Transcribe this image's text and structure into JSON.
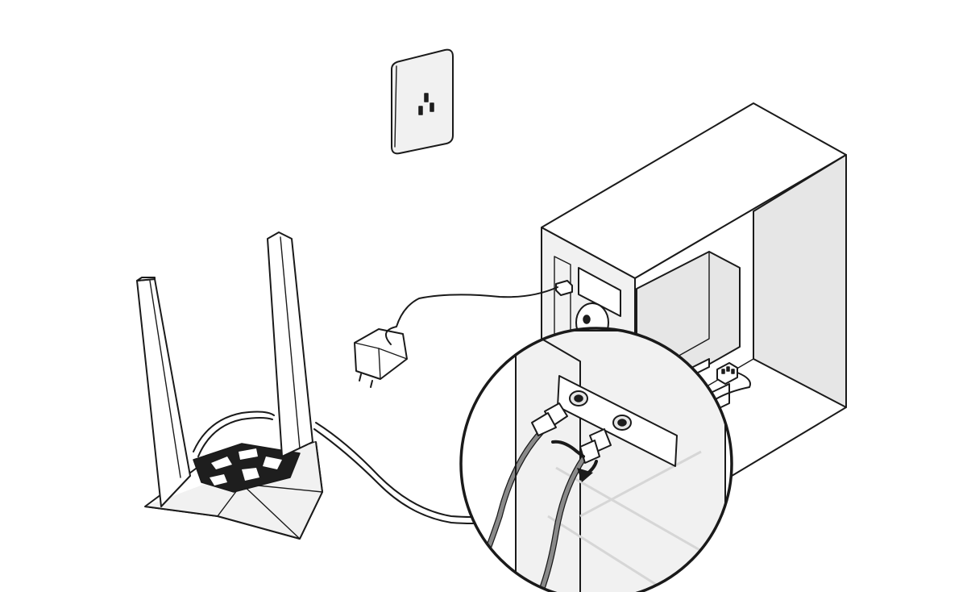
{
  "diagram": {
    "caption": "",
    "parts": {
      "wall_outlet": "wall-outlet",
      "power_adapter": "power-adapter",
      "antenna_base": "antenna-base",
      "computer_case": "computer-case",
      "zoom_callout": "antenna-connector-detail"
    },
    "colors": {
      "line": "#1a1a1a",
      "panel_fill": "#f1f1f1",
      "cable_gray": "#8a8a8a",
      "background": "#ffffff"
    }
  }
}
